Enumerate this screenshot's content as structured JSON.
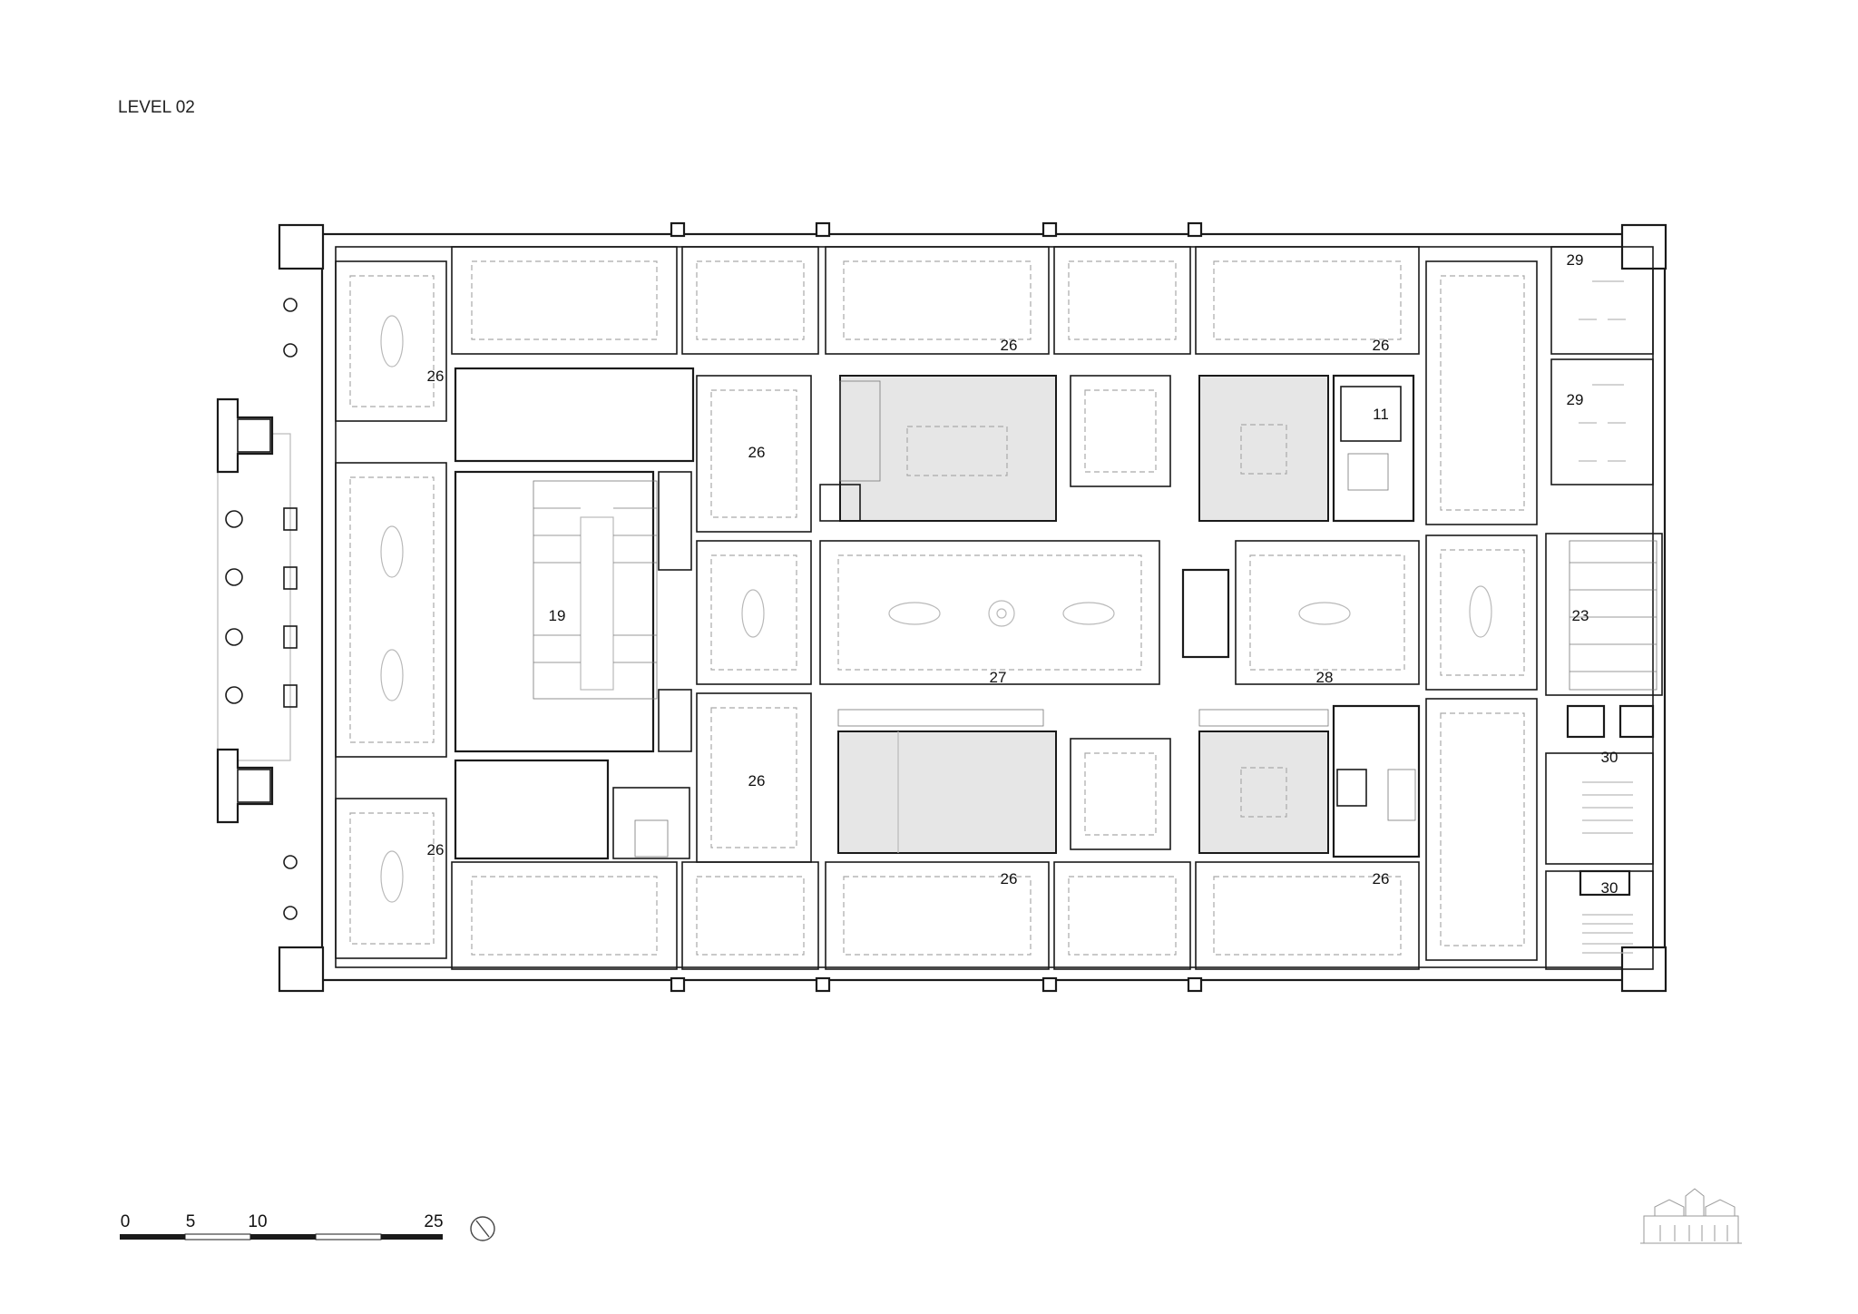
{
  "title": "LEVEL 02",
  "rooms": [
    {
      "id": "r26a",
      "label": "26"
    },
    {
      "id": "r26b",
      "label": "26"
    },
    {
      "id": "r26c",
      "label": "26"
    },
    {
      "id": "r26d",
      "label": "26"
    },
    {
      "id": "r26e",
      "label": "26"
    },
    {
      "id": "r26f",
      "label": "26"
    },
    {
      "id": "r26g",
      "label": "26"
    },
    {
      "id": "r26h",
      "label": "26"
    },
    {
      "id": "r19",
      "label": "19"
    },
    {
      "id": "r27",
      "label": "27"
    },
    {
      "id": "r28",
      "label": "28"
    },
    {
      "id": "r11",
      "label": "11"
    },
    {
      "id": "r23",
      "label": "23"
    },
    {
      "id": "r29a",
      "label": "29"
    },
    {
      "id": "r29b",
      "label": "29"
    },
    {
      "id": "r30a",
      "label": "30"
    },
    {
      "id": "r30b",
      "label": "30"
    }
  ],
  "scale_bar": {
    "labels": [
      "0",
      "5",
      "10",
      "25"
    ]
  },
  "icons": {
    "north": "north-arrow-icon",
    "key_plan": "elevation-key-icon"
  }
}
